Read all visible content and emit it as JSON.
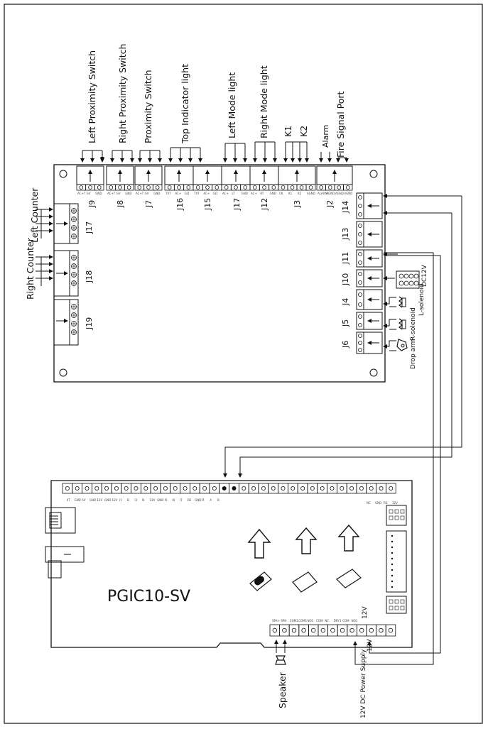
{
  "top_labels": [
    {
      "id": "J9",
      "label": "Left Proximity Switch",
      "pins": [
        "AC+T",
        "GV",
        "GND"
      ]
    },
    {
      "id": "J8",
      "label": "Right Proximity Switch",
      "pins": [
        "AC+T",
        "GV",
        "GND"
      ]
    },
    {
      "id": "J7",
      "label": "Proximity Switch",
      "pins": [
        "AC+T",
        "GV",
        "GND"
      ]
    },
    {
      "id": "J16",
      "label": "Top Indicator light",
      "pins": [
        "TXT",
        "AC+",
        "GLT"
      ]
    },
    {
      "id": "J15",
      "label": "",
      "pins": [
        "TXT",
        "AC+",
        "GLT"
      ]
    },
    {
      "id": "J17",
      "label": "Left Mode light",
      "pins": [
        "AC+",
        "LT",
        "GND"
      ]
    },
    {
      "id": "J12",
      "label": "Right Mode light",
      "pins": [
        "AC+",
        "RT",
        "GND"
      ]
    },
    {
      "id": "J3",
      "label": "",
      "pins": [
        "CK",
        "K1",
        "K2",
        "AGND"
      ]
    },
    {
      "id": "J2",
      "label": "",
      "pins": [
        "ALARM",
        "AGND",
        "AGND",
        "AGND"
      ]
    }
  ],
  "k_labels": [
    "K1",
    "K2"
  ],
  "alarm_label": "Alarm",
  "fire_label": "Fire Signal Port",
  "left_counter": {
    "label": "Left Counter",
    "connector": "J17"
  },
  "right_counter": {
    "label": "Right Counter",
    "connector": "J18"
  },
  "j19": "J19",
  "right_connectors": [
    "J14",
    "J13",
    "J11",
    "J10",
    "J4",
    "J5",
    "J6"
  ],
  "dc12v": "DC12V",
  "l_solenoid": "L-solenoid",
  "r_solenoid": "R-solenoid",
  "drop_arm": "Drop arm",
  "controller": {
    "name": "PGIC10-SV",
    "top_pin_labels": [
      "4T",
      "GND",
      "5V",
      "GND",
      "12V",
      "GND",
      "12V",
      "I1",
      "I2",
      "I3",
      "I4",
      "12V",
      "GND",
      "I5",
      "I6",
      "I7",
      "DE",
      "GND",
      "R",
      "A",
      "B"
    ],
    "right_pin_labels": [
      "NC",
      "GND",
      "RS",
      "12V"
    ],
    "bottom_pin_labels": [
      "SPK+",
      "SPK-",
      "COM1",
      "COM1",
      "NO1",
      "COM",
      "NC",
      "DRY1",
      "COM",
      "NO1"
    ],
    "twelve_v": "12V",
    "speaker": "Speaker",
    "power": "12V DC Power Supply"
  }
}
